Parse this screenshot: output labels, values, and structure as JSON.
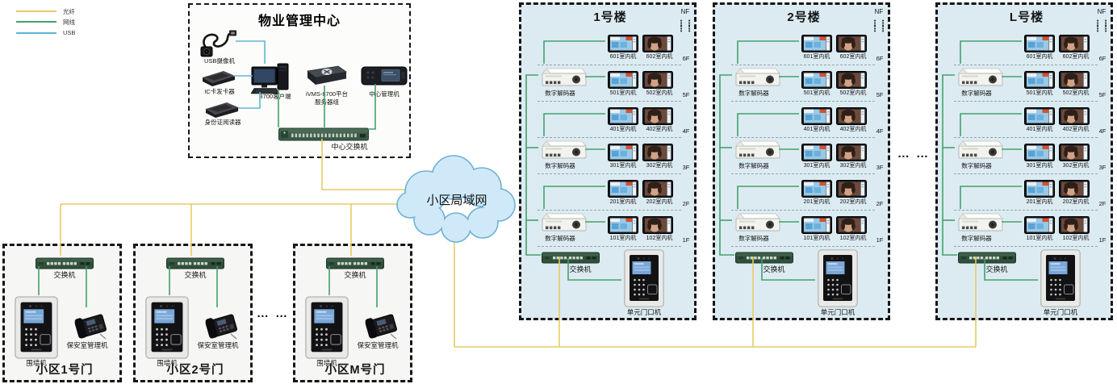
{
  "colors": {
    "fiber": "#e7cb63",
    "lan": "#43a16b",
    "usb": "#5fb6d5",
    "building_fill": "#dcebf2",
    "cloud_fill": "#cfe9f9",
    "cloud_stroke": "#6fb0d4"
  },
  "legend": {
    "items": [
      {
        "label": "光纤",
        "color": "#e7cb63"
      },
      {
        "label": "网线",
        "color": "#43a16b"
      },
      {
        "label": "USB",
        "color": "#5fb6d5"
      }
    ]
  },
  "management_center": {
    "title": "物业管理中心",
    "usb_camera": "USB摄像机",
    "ic_card_issuer": "IC卡发卡器",
    "id_card_reader": "身份证阅读器",
    "client": "8700客户端",
    "server_line1": "iVMS-8700平台",
    "server_line2": "服务器组",
    "center_manager": "中心管理机",
    "center_switch": "中心交换机"
  },
  "cloud": {
    "label": "小区局域网"
  },
  "gates": {
    "switch_label": "交换机",
    "wall_label": "围墙机",
    "guard_label": "保安室管理机",
    "ellipsis": "… …",
    "items": [
      {
        "title": "小区1号门"
      },
      {
        "title": "小区2号门"
      },
      {
        "title": "小区M号门"
      }
    ]
  },
  "buildings": {
    "top_floor_label": "NF",
    "vertical_dots": "⋮⋮\n⋮⋮",
    "decoder_label": "数字解码器",
    "switch_label": "交换机",
    "door_label": "单元门口机",
    "ellipsis": "… …",
    "items": [
      {
        "title": "1号楼"
      },
      {
        "title": "2号楼"
      },
      {
        "title": "L号楼"
      }
    ],
    "floors": [
      {
        "label": "6F",
        "units": [
          "601室内机",
          "602室内机"
        ]
      },
      {
        "label": "5F",
        "units": [
          "501室内机",
          "502室内机"
        ]
      },
      {
        "label": "4F",
        "units": [
          "401室内机",
          "402室内机"
        ]
      },
      {
        "label": "3F",
        "units": [
          "301室内机",
          "302室内机"
        ]
      },
      {
        "label": "2F",
        "units": [
          "201室内机",
          "202室内机"
        ]
      },
      {
        "label": "1F",
        "units": [
          "101室内机",
          "102室内机"
        ]
      }
    ]
  }
}
